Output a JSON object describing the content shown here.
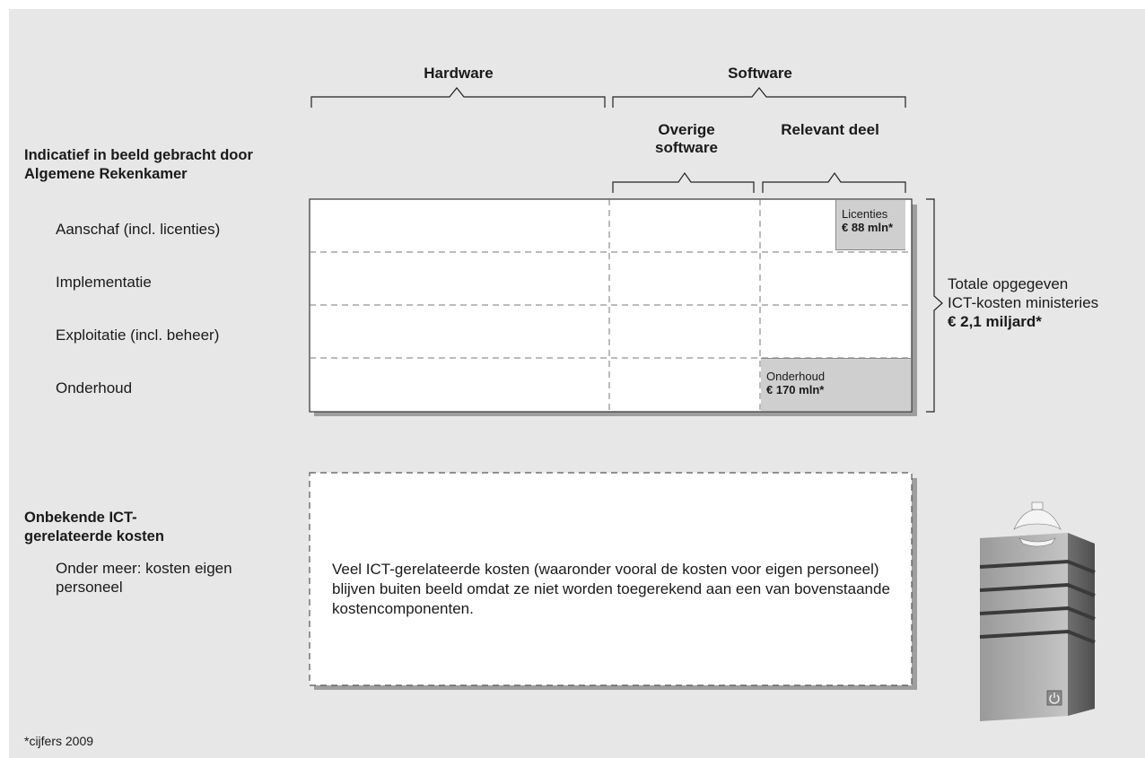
{
  "headers": {
    "hardware": "Hardware",
    "software": "Software",
    "overige_software": "Overige software",
    "relevant_deel": "Relevant deel"
  },
  "known_section": {
    "title": "Indicatief in beeld gebracht door Algemene Rekenkamer",
    "rows": [
      "Aanschaf (incl. licenties)",
      "Implementatie",
      "Exploitatie (incl. beheer)",
      "Onderhoud"
    ]
  },
  "highlights": {
    "licenties": {
      "label": "Licenties",
      "value": "€ 88 mln*"
    },
    "onderhoud": {
      "label": "Onderhoud",
      "value": "€ 170 mln*"
    }
  },
  "total": {
    "line1": "Totale opgegeven",
    "line2": "ICT-kosten ministeries",
    "amount": "€ 2,1 miljard*"
  },
  "unknown_section": {
    "title": "Onbekende ICT-gerelateerde kosten",
    "subtitle": "Onder meer: kosten eigen personeel",
    "description": "Veel ICT-gerelateerde kosten (waaronder vooral de kosten voor eigen personeel) blijven buiten beeld omdat ze niet worden toegerekend aan een van bovenstaande kostencomponenten."
  },
  "footnote": "*cijfers 2009",
  "colors": {
    "background": "#e7e7e7",
    "box": "#ffffff",
    "highlight": "#cfcfcf",
    "line": "#555555"
  },
  "icons": [
    "server-tower-icon",
    "coat-of-arms-icon",
    "power-icon"
  ]
}
